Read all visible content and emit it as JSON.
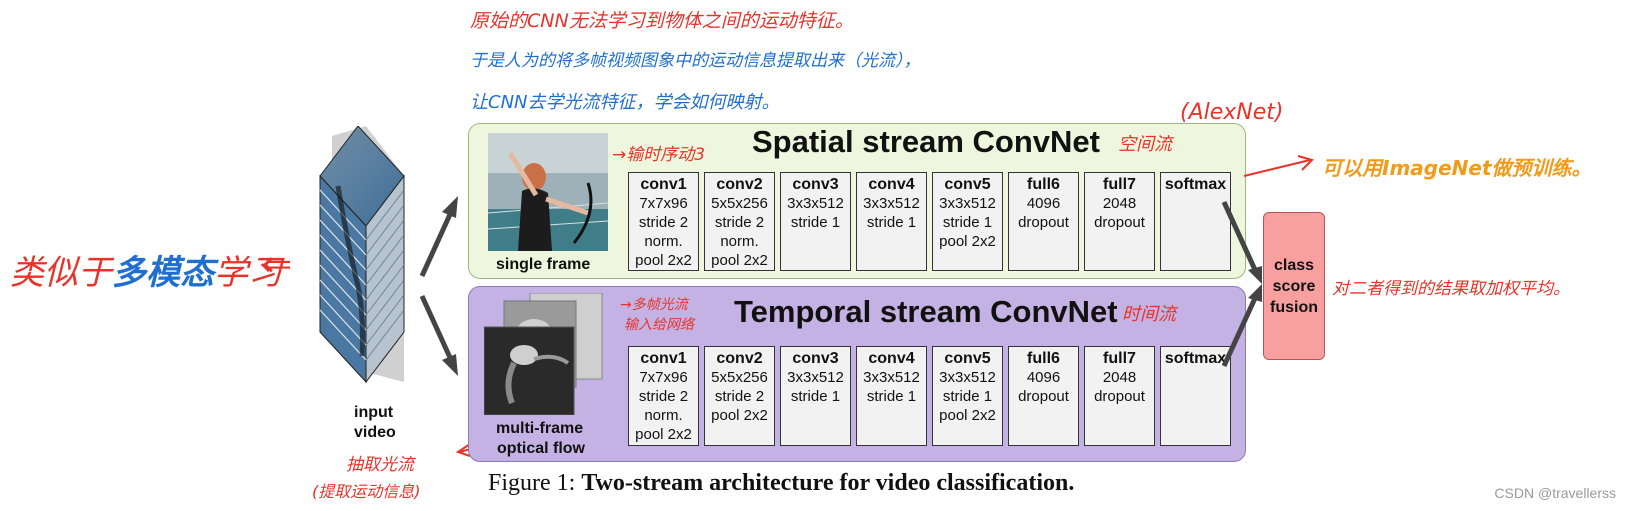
{
  "annotations": {
    "top_line1": "原始的CNN无法学习到物体之间的运动特征。",
    "top_line2": "于是人为的将多帧视频图象中的运动信息提取出来（光流），",
    "top_line3": "让CNN去学光流特征，学会如何映射。",
    "alexnet": "(AlexNet)",
    "spatial_note": "→输时序动3",
    "spatial_cn": "空间流",
    "imagenet_note": "可以用ImageNet做预训练。",
    "left_note_red1": "类似于",
    "left_note_blue": "多模态",
    "left_note_red2": "学习",
    "left_arrow": "⇐",
    "temporal_note_line1": "→多帧光流",
    "temporal_note_line2": "输入给网络",
    "temporal_cn": "时间流",
    "fusion_note": "对二者得到的结果取加权平均。",
    "extract_line1": "抽取光流",
    "extract_line2": "(提取运动信息)"
  },
  "input": {
    "label_line1": "input",
    "label_line2": "video"
  },
  "spatial": {
    "title": "Spatial stream ConvNet",
    "frame_caption": "single frame",
    "layers": [
      {
        "name": "conv1",
        "lines": [
          "7x7x96",
          "stride 2",
          "norm.",
          "pool 2x2"
        ]
      },
      {
        "name": "conv2",
        "lines": [
          "5x5x256",
          "stride 2",
          "norm.",
          "pool 2x2"
        ]
      },
      {
        "name": "conv3",
        "lines": [
          "3x3x512",
          "stride 1"
        ]
      },
      {
        "name": "conv4",
        "lines": [
          "3x3x512",
          "stride 1"
        ]
      },
      {
        "name": "conv5",
        "lines": [
          "3x3x512",
          "stride 1",
          "pool 2x2"
        ]
      },
      {
        "name": "full6",
        "lines": [
          "4096",
          "dropout"
        ]
      },
      {
        "name": "full7",
        "lines": [
          "2048",
          "dropout"
        ]
      },
      {
        "name": "softmax",
        "lines": []
      }
    ]
  },
  "temporal": {
    "title": "Temporal stream ConvNet",
    "flow_caption_line1": "multi-frame",
    "flow_caption_line2": "optical flow",
    "layers": [
      {
        "name": "conv1",
        "lines": [
          "7x7x96",
          "stride 2",
          "norm.",
          "pool 2x2"
        ]
      },
      {
        "name": "conv2",
        "lines": [
          "5x5x256",
          "stride 2",
          "pool 2x2"
        ]
      },
      {
        "name": "conv3",
        "lines": [
          "3x3x512",
          "stride 1"
        ]
      },
      {
        "name": "conv4",
        "lines": [
          "3x3x512",
          "stride 1"
        ]
      },
      {
        "name": "conv5",
        "lines": [
          "3x3x512",
          "stride 1",
          "pool 2x2"
        ]
      },
      {
        "name": "full6",
        "lines": [
          "4096",
          "dropout"
        ]
      },
      {
        "name": "full7",
        "lines": [
          "2048",
          "dropout"
        ]
      },
      {
        "name": "softmax",
        "lines": []
      }
    ]
  },
  "fusion": {
    "line1": "class",
    "line2": "score",
    "line3": "fusion"
  },
  "caption": {
    "prefix": "Figure 1: ",
    "bold": "Two-stream architecture for video classification."
  },
  "watermark": "CSDN @travellerss",
  "colors": {
    "spatial_bg": "#eef7dd",
    "temporal_bg": "#c3b2e3",
    "fusion_bg": "#f8a0a0",
    "annot_red": "#e8332a",
    "annot_blue": "#1f6fd1",
    "annot_orange": "#f29a1a"
  }
}
